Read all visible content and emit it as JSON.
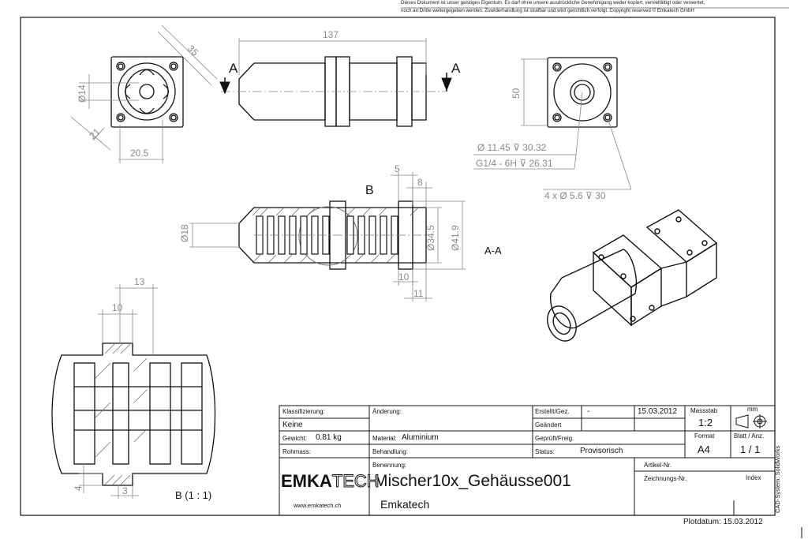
{
  "notice": {
    "line1": "Dieses Dokument ist unser geistiges Eigentum. Es darf ohne unsere ausdrückliche Genehmigung weder kopiert, vervielfältigt oder verwertet,",
    "line2": "noch an Dritte weitergegeben werden. Zuwiderhandlung ist strafbar und wird gerichtlich verfolgt.  Copyright reserved  © Emkatech GmbH"
  },
  "dimensions": {
    "d35": "35",
    "d14": "Ø14",
    "d21": "21",
    "d20_5": "20.5",
    "d137": "137",
    "d50": "50",
    "d5": "5",
    "d8": "8",
    "d18": "Ø18",
    "d34_5": "Ø34.5",
    "d41_9": "Ø41.9",
    "d10a": "10",
    "d11": "11",
    "d13": "13",
    "d10b": "10",
    "d4": "4",
    "d3": "3"
  },
  "callouts": {
    "hole1": "Ø 11.45 ⊽ 30.32",
    "thread": "G1/4 - 6H ⊽ 26.31",
    "holes4": "4 x Ø 5.6 ⊽ 30"
  },
  "labels": {
    "sectionA": "A",
    "sectionAA": "A-A",
    "detailB": "B",
    "detailBscale": "B (1 : 1)"
  },
  "titleblock": {
    "klassifizierung_label": "Klassifizierung:",
    "klassifizierung_value": "Keine",
    "gewicht_label": "Gewicht:",
    "gewicht_value": "0.81 kg",
    "rohmass_label": "Rohmass:",
    "aenderung_label": "Änderung:",
    "material_label": "Material:",
    "material_value": "Aluminium",
    "behandlung_label": "Behandlung:",
    "benennung_label": "Benennung:",
    "erstellt_label": "Erstellt/Gez.",
    "erstellt_value": "-",
    "erstellt_date": "15.03.2012",
    "geaendert_label": "Geändert",
    "geprueft_label": "Geprüft/Freig.",
    "status_label": "Status:",
    "status_value": "Provisorisch",
    "massstab_label": "Massstab",
    "massstab_value": "1:2",
    "mm_label": "mm",
    "format_label": "Format",
    "format_value": "A4",
    "blatt_label": "Blatt / Anz.",
    "blatt_value": "1 / 1",
    "artikel_label": "Artikel-Nr.",
    "zeichnung_label": "Zeichnungs-Nr.",
    "index_label": "Index",
    "title": "Mischer10x_Gehäusse001",
    "subtitle": "Emkatech",
    "logo_a": "EMKA",
    "logo_b": "TECH",
    "website": "www.emkatech.ch"
  },
  "footer": {
    "plotdatum": "Plotdatum: 15.03.2012",
    "cad": "CAD-System: SolidWorks"
  }
}
